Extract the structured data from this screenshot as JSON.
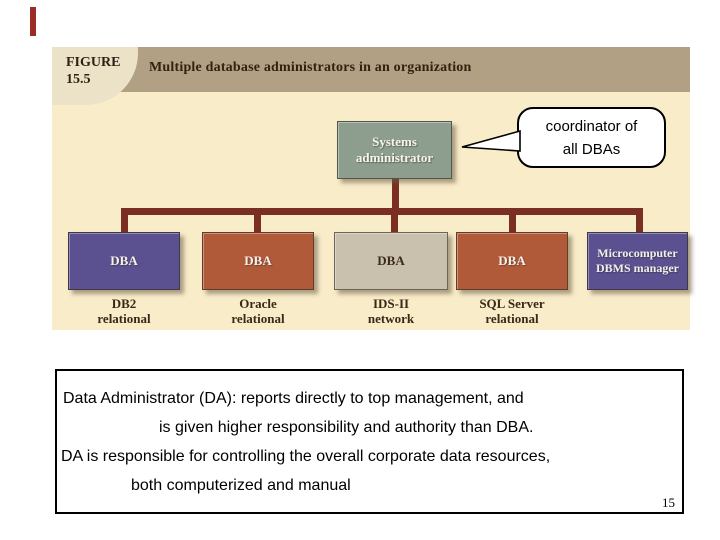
{
  "slide": {
    "page_number": "15",
    "accent_color": "#9b2d27"
  },
  "figure": {
    "label_line1": "FIGURE",
    "label_line2": "15.5",
    "title": "Multiple database administrators in an organization",
    "colors": {
      "band": "#b1a083",
      "label_bg": "#ece2c8",
      "body_bg": "#f9ecc9",
      "connector": "#7a2e24",
      "purple": "#5b5090",
      "rust": "#b15a3a",
      "tan": "#c9c1ae",
      "sage": "#8d9e8e",
      "caption_text": "#3a2817"
    },
    "root_box": {
      "line1": "Systems",
      "line2": "administrator"
    },
    "callout": {
      "line1": "coordinator of",
      "line2": "all DBAs"
    },
    "boxes": [
      {
        "text": "DBA",
        "variant": "purple",
        "caption_line1": "DB2",
        "caption_line2": "relational"
      },
      {
        "text": "DBA",
        "variant": "rust",
        "caption_line1": "Oracle",
        "caption_line2": "relational"
      },
      {
        "text": "DBA",
        "variant": "tan",
        "caption_line1": "IDS-II",
        "caption_line2": "network"
      },
      {
        "text": "DBA",
        "variant": "rust",
        "caption_line1": "SQL Server",
        "caption_line2": "relational"
      },
      {
        "text_line1": "Microcomputer",
        "text_line2": "DBMS manager",
        "variant": "purple"
      }
    ]
  },
  "notes": {
    "line1": "Data Administrator (DA): reports directly to top management, and",
    "line2": "is given higher responsibility and authority than DBA.",
    "line3": "DA is responsible for controlling the overall corporate data resources,",
    "line4": "both computerized and manual"
  }
}
